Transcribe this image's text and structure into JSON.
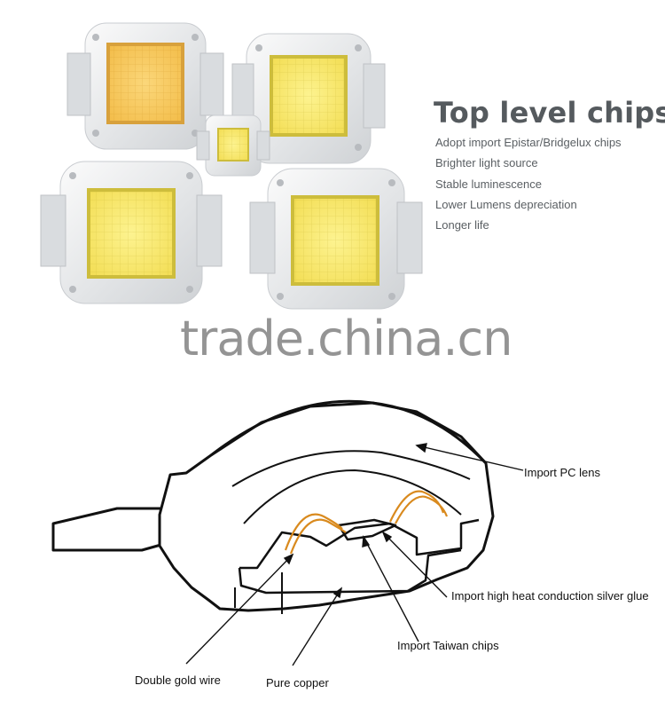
{
  "headline": "Top level chips",
  "features": [
    "Adopt import Epistar/Bridgelux chips",
    "Brighter light source",
    "Stable luminescence",
    "Lower Lumens depreciation",
    "Longer life"
  ],
  "watermark": "trade.china.cn",
  "diagram": {
    "labels": {
      "lens": "Import PC lens",
      "glue": "Import high heat conduction silver glue",
      "chips": "Import Taiwan chips",
      "wire": "Double gold wire",
      "copper": "Pure copper"
    }
  },
  "colors": {
    "warm_white_chip": "#f6c452",
    "cool_white_chip": "#f8e86a",
    "gold_wire": "#d98a1e",
    "text_gray": "#5a5f63"
  },
  "icons": [
    "led-chip-icon"
  ]
}
